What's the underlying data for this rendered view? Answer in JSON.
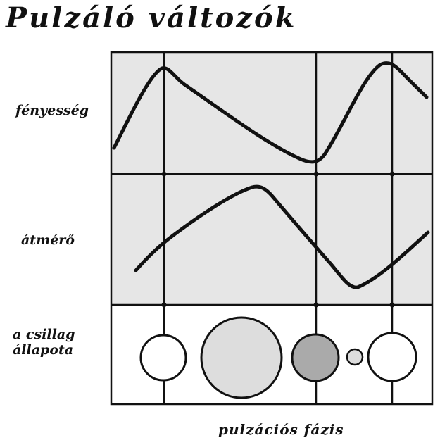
{
  "title": "Pulzáló változók",
  "rows": {
    "brightness_label": "fényesség",
    "diameter_label": "átmérő",
    "state_label_line1": "a csillag",
    "state_label_line2": "állapota"
  },
  "xlabel": "pulzációs fázis",
  "colors": {
    "panel_fill": "#e6e6e6",
    "line": "#111111",
    "large_star": "#dddddd",
    "shrinking_star": "#aaaaaa",
    "small_star": "#dddddd",
    "normal_star": "#ffffff"
  },
  "stars": [
    {
      "name": "normal-star-1",
      "size": "medium",
      "fill": "#ffffff"
    },
    {
      "name": "expanded-star",
      "size": "large",
      "fill": "#dddddd"
    },
    {
      "name": "contracting-star",
      "size": "medium",
      "fill": "#aaaaaa"
    },
    {
      "name": "compressed-star",
      "size": "small",
      "fill": "#dddddd"
    },
    {
      "name": "normal-star-2",
      "size": "medium",
      "fill": "#ffffff"
    }
  ]
}
